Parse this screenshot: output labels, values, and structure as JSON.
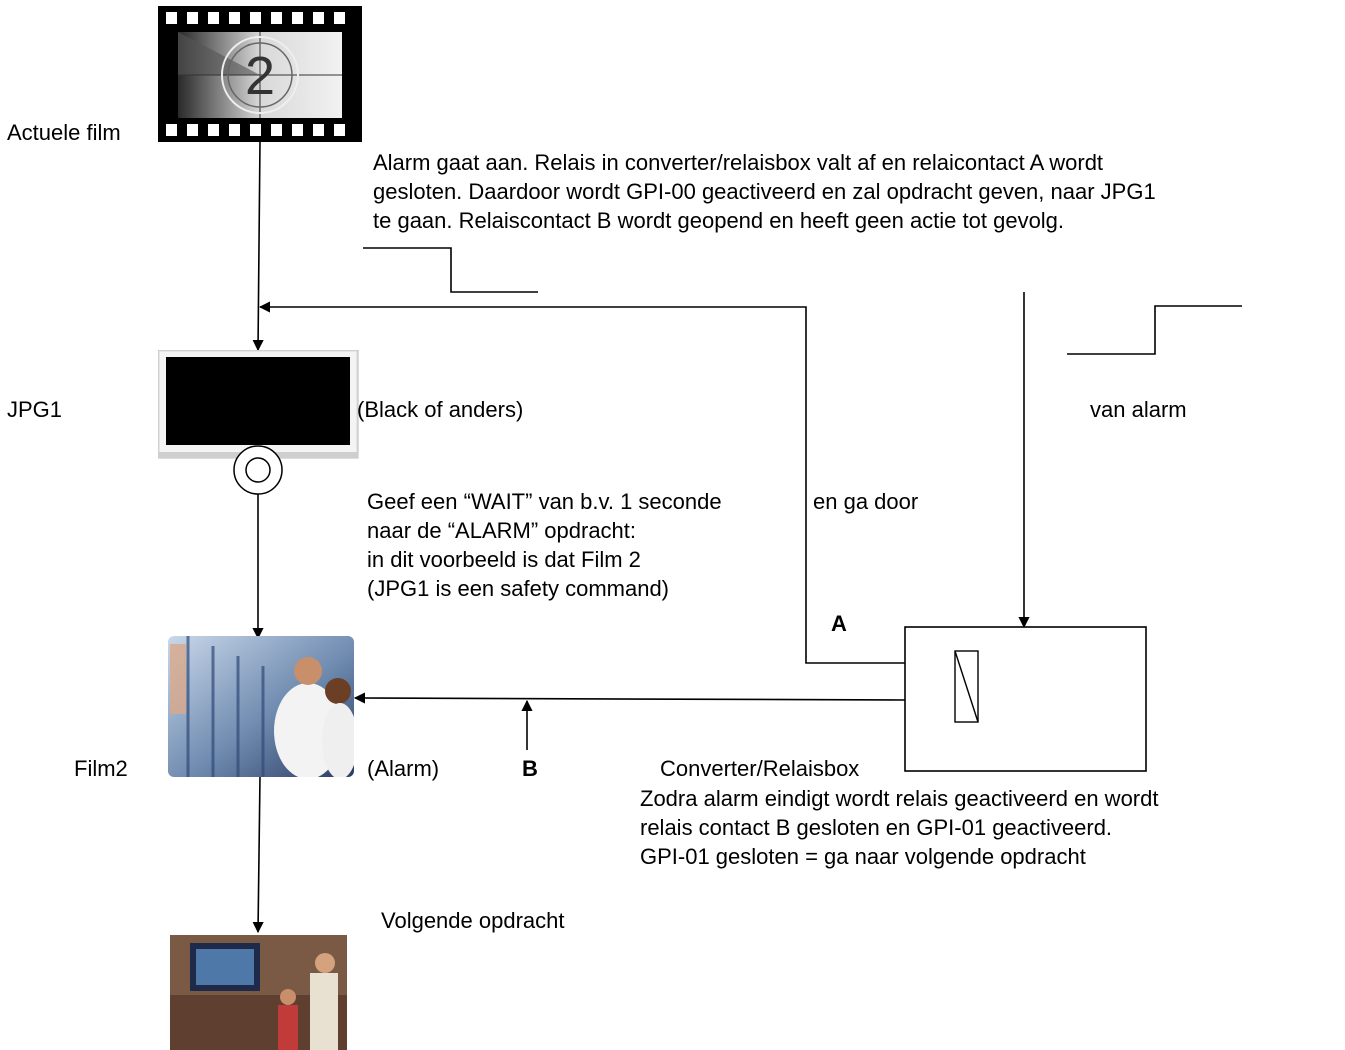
{
  "labels": {
    "actuele_film": "Actuele film",
    "jpg1": "JPG1",
    "black_of_anders": "(Black of anders)",
    "film2": "Film2",
    "alarm_paren": "(Alarm)",
    "volgende_opdracht": "Volgende opdracht",
    "van_alarm": "van alarm",
    "label_a": "A",
    "label_b": "B",
    "converter": "Converter/Relaisbox"
  },
  "countdown_digit": "2",
  "notes": {
    "alarm_lines": [
      "Alarm gaat aan. Relais in converter/relaisbox valt af en relaicontact A wordt",
      "gesloten. Daardoor wordt GPI-00  geactiveerd en zal opdracht geven, naar JPG1",
      "te gaan.    Relaiscontact B wordt geopend en heeft geen actie tot gevolg."
    ],
    "wait_lines": [
      "Geef een “WAIT” van b.v. 1 seconde",
      "naar de “ALARM” opdracht:",
      "in dit voorbeeld is dat Film 2",
      "(JPG1 is een safety command)"
    ],
    "en_ga_door": "en ga door",
    "end_lines": [
      "Zodra alarm eindigt wordt relais geactiveerd en wordt",
      "relais contact B gesloten en GPI-01 geactiveerd.",
      "GPI-01 gesloten = ga naar volgende opdracht"
    ]
  }
}
